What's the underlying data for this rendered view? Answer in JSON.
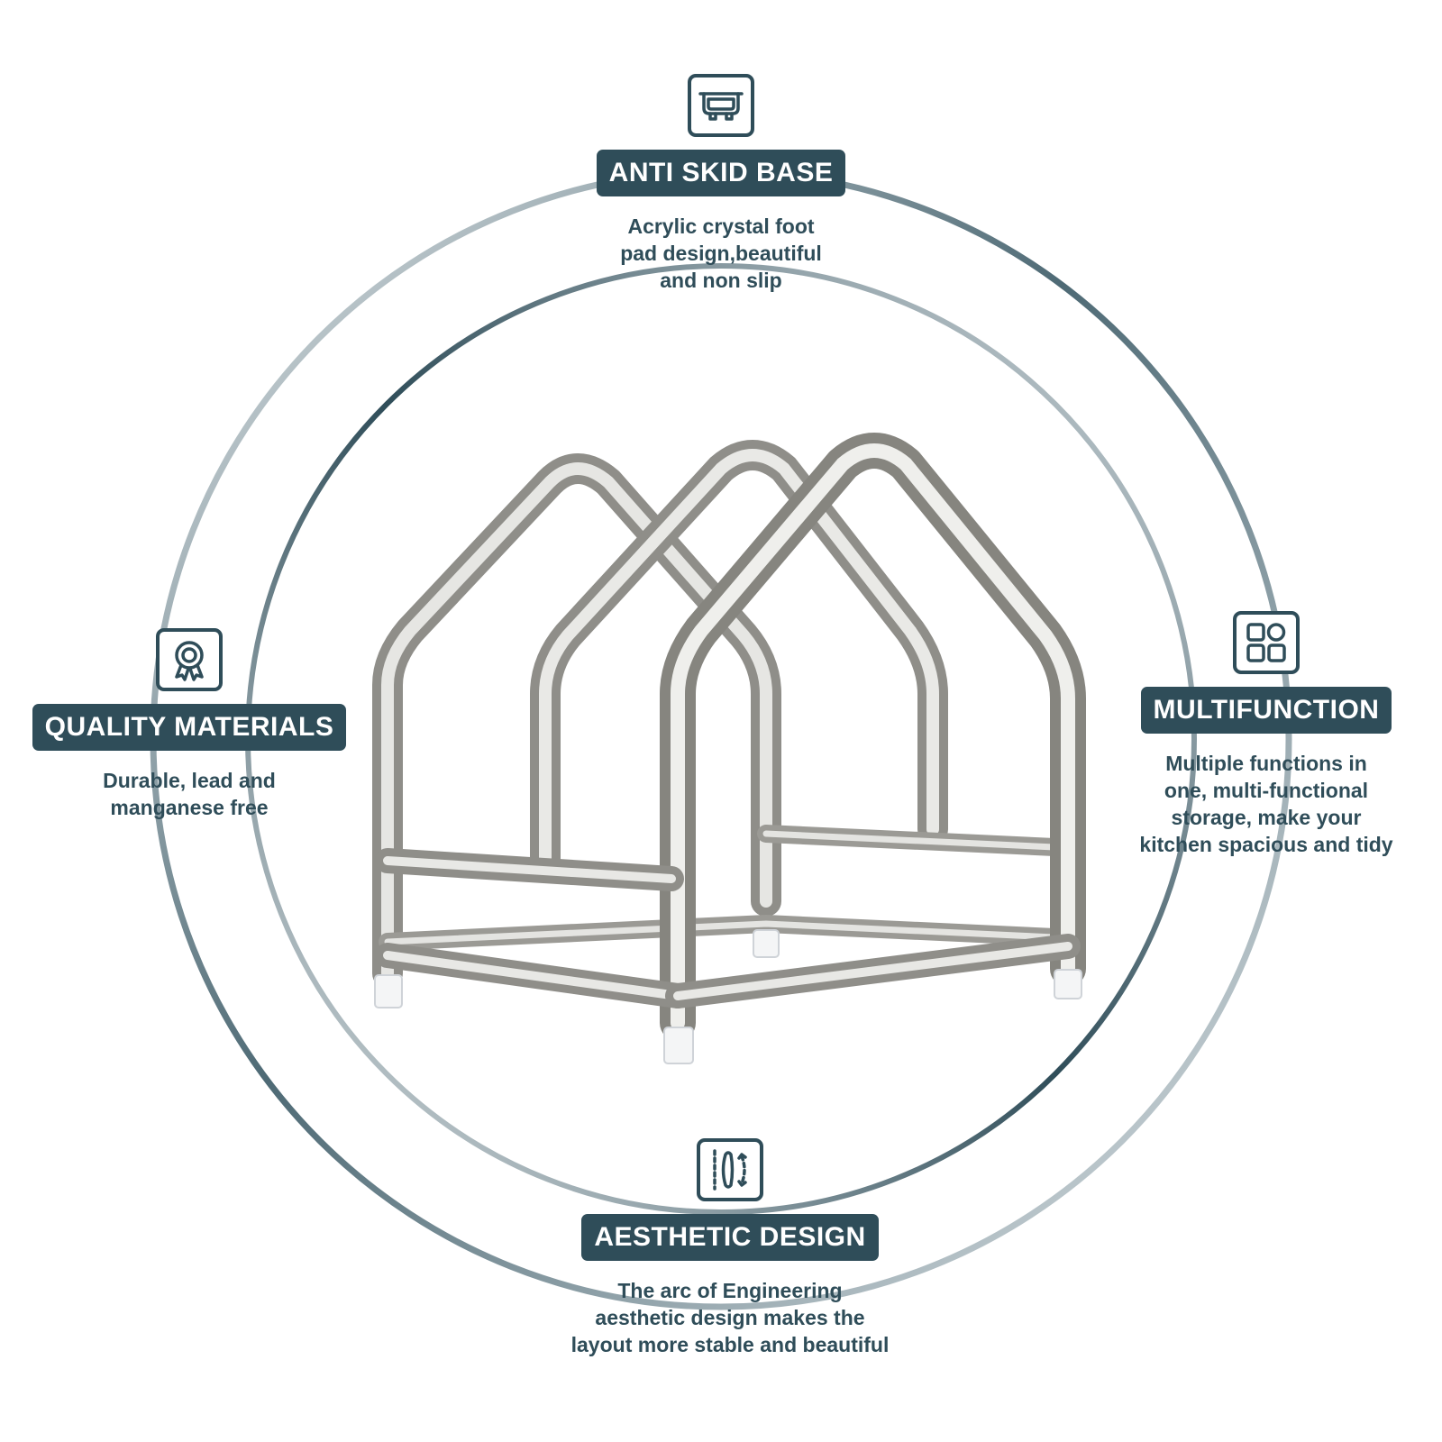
{
  "colors": {
    "accent": "#2f4d59",
    "ring_light": "#c9d2d6",
    "steel_light": "#e7e7e5",
    "steel_dark": "#8a8984"
  },
  "features": {
    "top": {
      "icon": "anti-skid-base-icon",
      "title": "ANTI SKID BASE",
      "description": "Acrylic crystal foot\npad design,beautiful\nand non slip"
    },
    "left": {
      "icon": "quality-badge-icon",
      "title": "QUALITY MATERIALS",
      "description": "Durable, lead and\nmanganese free"
    },
    "right": {
      "icon": "multifunction-grid-icon",
      "title": "MULTIFUNCTION",
      "description": "Multiple functions in\none, multi-functional\nstorage, make your\nkitchen spacious and tidy"
    },
    "bottom": {
      "icon": "arc-design-icon",
      "title": "AESTHETIC DESIGN",
      "description": "The arc of Engineering\naesthetic design makes the\nlayout more stable and beautiful"
    }
  }
}
